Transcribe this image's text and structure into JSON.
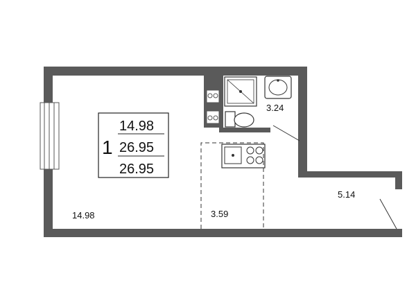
{
  "summary": {
    "rooms": "1",
    "living_area": "14.98",
    "total_area": "26.95",
    "total_area_with_balcony": "26.95"
  },
  "rooms": {
    "main_room": "14.98",
    "bathroom": "3.24",
    "kitchen_zone": "3.59",
    "balcony": "5.14"
  },
  "colors": {
    "wall": "#5a5a5a",
    "line": "#333333"
  }
}
